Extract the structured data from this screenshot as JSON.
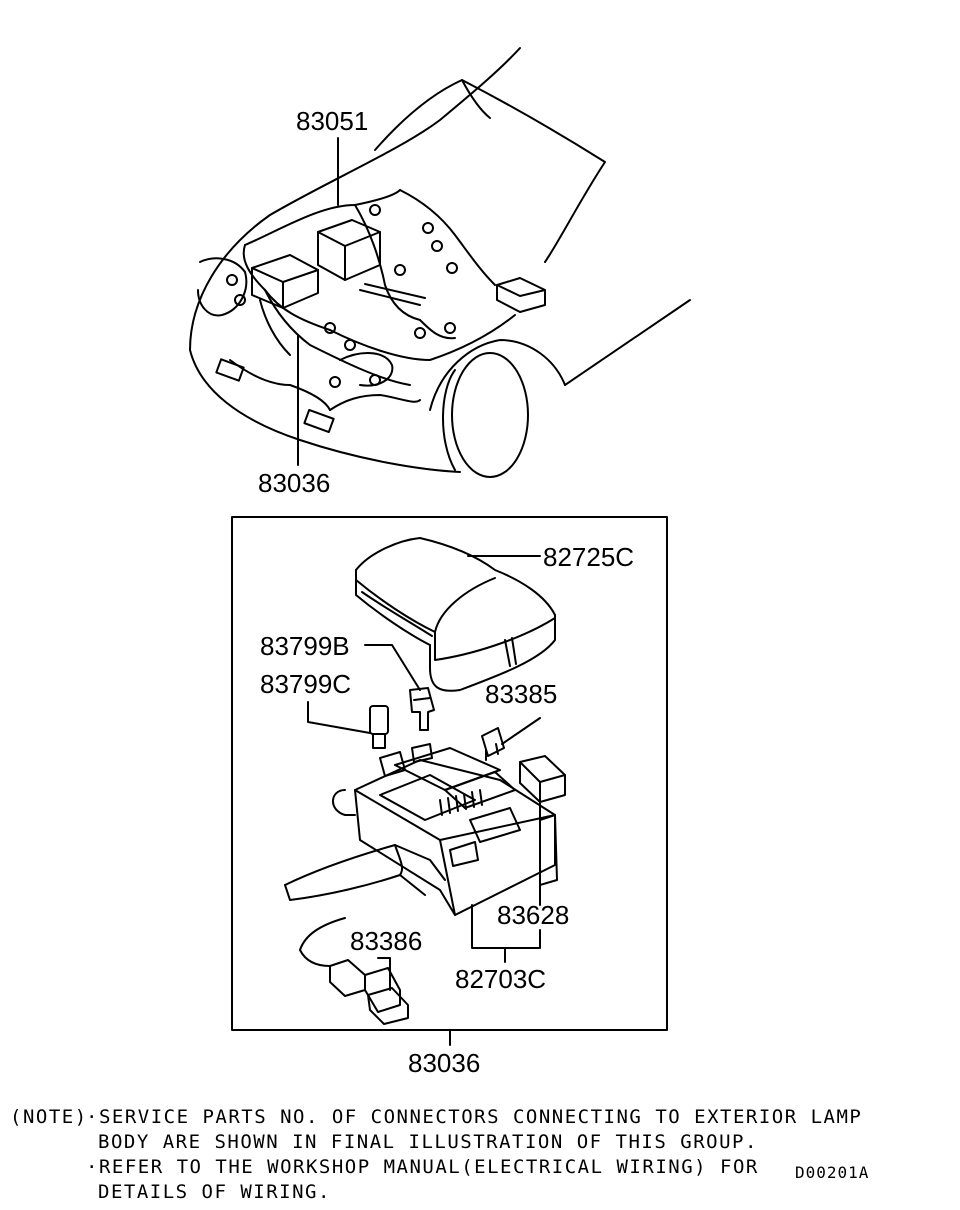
{
  "labels": {
    "harness_main": "83051",
    "harness_front_top": "83036",
    "cover": "82725C",
    "fuse_b": "83799B",
    "fuse_c": "83799C",
    "fuse_blade": "83385",
    "relay": "83628",
    "connector": "83386",
    "fuse_block": "82703C",
    "harness_front_bottom": "83036"
  },
  "note": {
    "prefix": "(NOTE)",
    "line1": "·SERVICE PARTS NO. OF CONNECTORS CONNECTING TO EXTERIOR LAMP",
    "line2": "BODY ARE SHOWN IN FINAL ILLUSTRATION OF THIS GROUP.",
    "line3": "·REFER TO THE WORKSHOP MANUAL(ELECTRICAL WIRING) FOR",
    "line4": "DETAILS OF WIRING."
  },
  "diagram_code": "D00201A"
}
